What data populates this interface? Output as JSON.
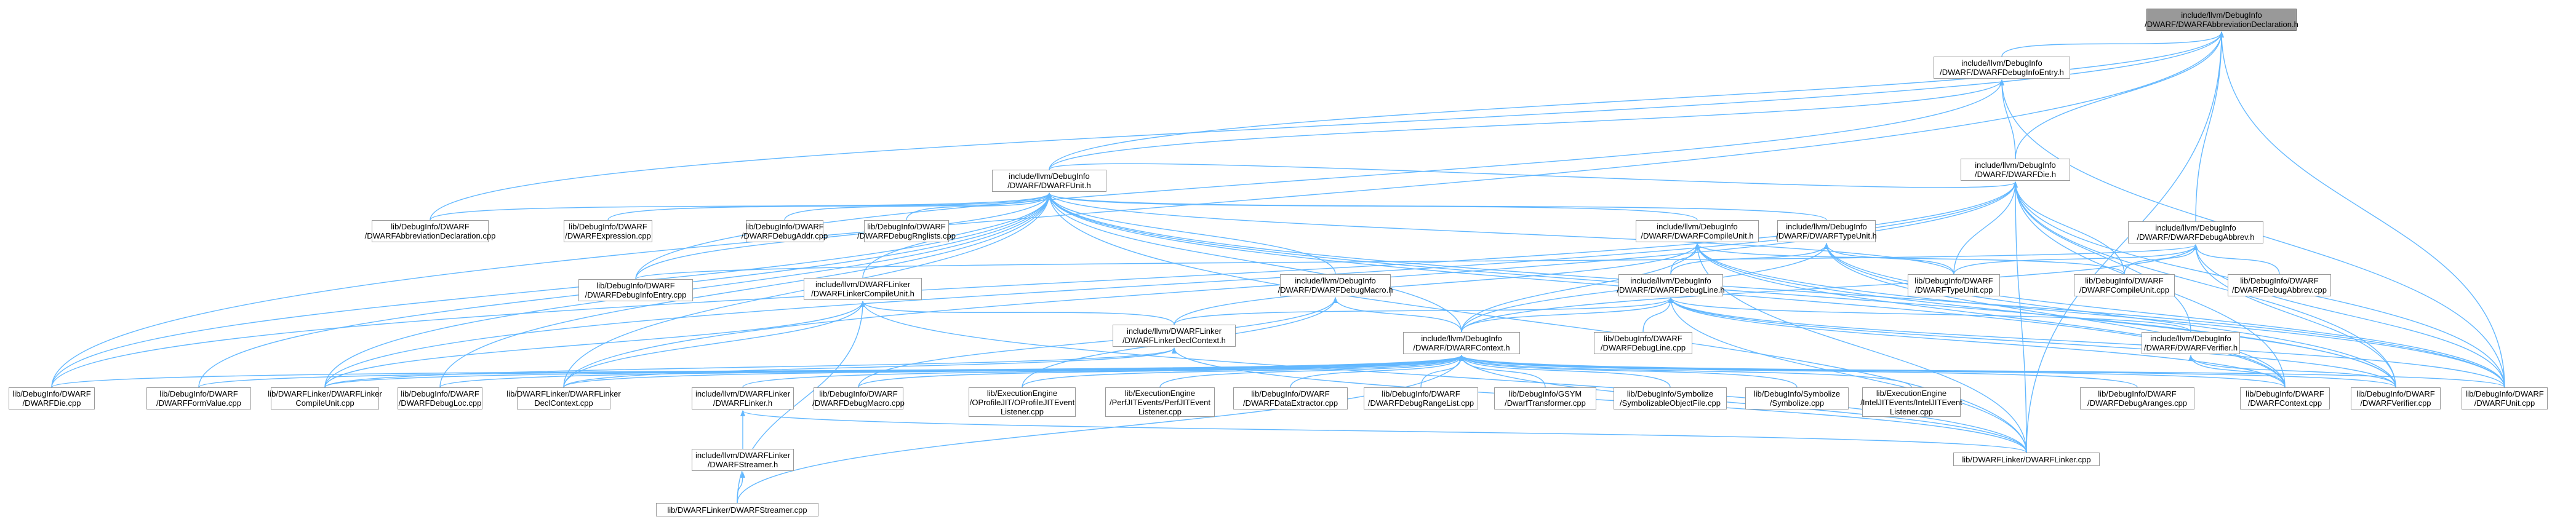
{
  "root": "n0",
  "edge_color": "#63b8ff",
  "nodes": [
    {
      "id": "n0",
      "lines": [
        "include/llvm/DebugInfo",
        "/DWARF/DWARFAbbreviationDeclaration.h"
      ],
      "highlight": true
    },
    {
      "id": "n1",
      "lines": [
        "include/llvm/DebugInfo",
        "/DWARF/DWARFDebugInfoEntry.h"
      ]
    },
    {
      "id": "n2",
      "lines": [
        "include/llvm/DebugInfo",
        "/DWARF/DWARFDie.h"
      ]
    },
    {
      "id": "n3",
      "lines": [
        "include/llvm/DebugInfo",
        "/DWARF/DWARFUnit.h"
      ]
    },
    {
      "id": "n4",
      "lines": [
        "include/llvm/DebugInfo",
        "/DWARF/DWARFDebugAbbrev.h"
      ]
    },
    {
      "id": "n5",
      "lines": [
        "lib/DebugInfo/DWARF",
        "/DWARFAbbreviationDeclaration.cpp"
      ]
    },
    {
      "id": "n6",
      "lines": [
        "lib/DebugInfo/DWARF",
        "/DWARFExpression.cpp"
      ]
    },
    {
      "id": "n7",
      "lines": [
        "lib/DebugInfo/DWARF",
        "/DWARFDebugAddr.cpp"
      ]
    },
    {
      "id": "n8",
      "lines": [
        "lib/DebugInfo/DWARF",
        "/DWARFDebugRnglists.cpp"
      ]
    },
    {
      "id": "n9",
      "lines": [
        "include/llvm/DebugInfo",
        "/DWARF/DWARFCompileUnit.h"
      ]
    },
    {
      "id": "n10",
      "lines": [
        "include/llvm/DebugInfo",
        "/DWARF/DWARFTypeUnit.h"
      ]
    },
    {
      "id": "n11",
      "lines": [
        "lib/DebugInfo/DWARF",
        "/DWARFDebugInfoEntry.cpp"
      ]
    },
    {
      "id": "n12",
      "lines": [
        "include/llvm/DWARFLinker",
        "/DWARFLinkerCompileUnit.h"
      ]
    },
    {
      "id": "n13",
      "lines": [
        "include/llvm/DebugInfo",
        "/DWARF/DWARFDebugMacro.h"
      ]
    },
    {
      "id": "n14",
      "lines": [
        "include/llvm/DebugInfo",
        "/DWARF/DWARFDebugLine.h"
      ]
    },
    {
      "id": "n15",
      "lines": [
        "lib/DebugInfo/DWARF",
        "/DWARFTypeUnit.cpp"
      ]
    },
    {
      "id": "n16",
      "lines": [
        "lib/DebugInfo/DWARF",
        "/DWARFCompileUnit.cpp"
      ]
    },
    {
      "id": "n17",
      "lines": [
        "lib/DebugInfo/DWARF",
        "/DWARFDebugAbbrev.cpp"
      ]
    },
    {
      "id": "n18",
      "lines": [
        "include/llvm/DWARFLinker",
        "/DWARFLinkerDeclContext.h"
      ]
    },
    {
      "id": "n19",
      "lines": [
        "include/llvm/DebugInfo",
        "/DWARF/DWARFContext.h"
      ]
    },
    {
      "id": "n20",
      "lines": [
        "lib/DebugInfo/DWARF",
        "/DWARFDebugLine.cpp"
      ]
    },
    {
      "id": "n21",
      "lines": [
        "include/llvm/DebugInfo",
        "/DWARF/DWARFVerifier.h"
      ]
    },
    {
      "id": "n22",
      "lines": [
        "lib/DebugInfo/DWARF",
        "/DWARFDie.cpp"
      ]
    },
    {
      "id": "n23",
      "lines": [
        "lib/DebugInfo/DWARF",
        "/DWARFFormValue.cpp"
      ]
    },
    {
      "id": "n24",
      "lines": [
        "lib/DWARFLinker/DWARFLinker",
        "CompileUnit.cpp"
      ]
    },
    {
      "id": "n25",
      "lines": [
        "lib/DebugInfo/DWARF",
        "/DWARFDebugLoc.cpp"
      ]
    },
    {
      "id": "n26",
      "lines": [
        "lib/DWARFLinker/DWARFLinker",
        "DeclContext.cpp"
      ]
    },
    {
      "id": "n27",
      "lines": [
        "include/llvm/DWARFLinker",
        "/DWARFLinker.h"
      ]
    },
    {
      "id": "n28",
      "lines": [
        "lib/DebugInfo/DWARF",
        "/DWARFDebugMacro.cpp"
      ]
    },
    {
      "id": "n29",
      "lines": [
        "lib/ExecutionEngine",
        "/OProfileJIT/OProfileJITEvent",
        "Listener.cpp"
      ]
    },
    {
      "id": "n30",
      "lines": [
        "lib/ExecutionEngine",
        "/PerfJITEvents/PerfJITEvent",
        "Listener.cpp"
      ]
    },
    {
      "id": "n31",
      "lines": [
        "lib/DebugInfo/DWARF",
        "/DWARFDataExtractor.cpp"
      ]
    },
    {
      "id": "n32",
      "lines": [
        "lib/DebugInfo/DWARF",
        "/DWARFDebugRangeList.cpp"
      ]
    },
    {
      "id": "n33",
      "lines": [
        "lib/DebugInfo/GSYM",
        "/DwarfTransformer.cpp"
      ]
    },
    {
      "id": "n34",
      "lines": [
        "lib/DebugInfo/Symbolize",
        "/SymbolizableObjectFile.cpp"
      ]
    },
    {
      "id": "n35",
      "lines": [
        "lib/DebugInfo/Symbolize",
        "/Symbolize.cpp"
      ]
    },
    {
      "id": "n36",
      "lines": [
        "lib/ExecutionEngine",
        "/IntelJITEvents/IntelJITEvent",
        "Listener.cpp"
      ]
    },
    {
      "id": "n37",
      "lines": [
        "lib/DebugInfo/DWARF",
        "/DWARFDebugAranges.cpp"
      ]
    },
    {
      "id": "n38",
      "lines": [
        "lib/DebugInfo/DWARF",
        "/DWARFContext.cpp"
      ]
    },
    {
      "id": "n39",
      "lines": [
        "lib/DebugInfo/DWARF",
        "/DWARFVerifier.cpp"
      ]
    },
    {
      "id": "n40",
      "lines": [
        "lib/DebugInfo/DWARF",
        "/DWARFUnit.cpp"
      ]
    },
    {
      "id": "n41",
      "lines": [
        "include/llvm/DWARFLinker",
        "/DWARFStreamer.h"
      ]
    },
    {
      "id": "n42",
      "lines": [
        "lib/DWARFLinker/DWARFLinker.cpp"
      ]
    },
    {
      "id": "n43",
      "lines": [
        "lib/DWARFLinker/DWARFStreamer.cpp"
      ]
    }
  ],
  "edges": [
    [
      "n0",
      "n1"
    ],
    [
      "n0",
      "n2"
    ],
    [
      "n0",
      "n3"
    ],
    [
      "n0",
      "n4"
    ],
    [
      "n0",
      "n22"
    ],
    [
      "n0",
      "n40"
    ],
    [
      "n0",
      "n42"
    ],
    [
      "n0",
      "n5"
    ],
    [
      "n1",
      "n2"
    ],
    [
      "n1",
      "n3"
    ],
    [
      "n1",
      "n11"
    ],
    [
      "n1",
      "n40"
    ],
    [
      "n2",
      "n3"
    ],
    [
      "n2",
      "n15"
    ],
    [
      "n2",
      "n16"
    ],
    [
      "n2",
      "n22"
    ],
    [
      "n2",
      "n39"
    ],
    [
      "n2",
      "n40"
    ],
    [
      "n2",
      "n38"
    ],
    [
      "n2",
      "n21"
    ],
    [
      "n2",
      "n26"
    ],
    [
      "n2",
      "n24"
    ],
    [
      "n2",
      "n42"
    ],
    [
      "n3",
      "n5"
    ],
    [
      "n3",
      "n6"
    ],
    [
      "n3",
      "n7"
    ],
    [
      "n3",
      "n8"
    ],
    [
      "n3",
      "n9"
    ],
    [
      "n3",
      "n10"
    ],
    [
      "n3",
      "n11"
    ],
    [
      "n3",
      "n12"
    ],
    [
      "n3",
      "n13"
    ],
    [
      "n3",
      "n19"
    ],
    [
      "n3",
      "n22"
    ],
    [
      "n3",
      "n23"
    ],
    [
      "n3",
      "n25"
    ],
    [
      "n3",
      "n24"
    ],
    [
      "n3",
      "n26"
    ],
    [
      "n3",
      "n38"
    ],
    [
      "n3",
      "n39"
    ],
    [
      "n3",
      "n40"
    ],
    [
      "n3",
      "n15"
    ],
    [
      "n3",
      "n42"
    ],
    [
      "n4",
      "n15"
    ],
    [
      "n4",
      "n16"
    ],
    [
      "n4",
      "n17"
    ],
    [
      "n4",
      "n19"
    ],
    [
      "n4",
      "n11"
    ],
    [
      "n4",
      "n40"
    ],
    [
      "n4",
      "n39"
    ],
    [
      "n9",
      "n19"
    ],
    [
      "n9",
      "n16"
    ],
    [
      "n9",
      "n14"
    ],
    [
      "n9",
      "n18"
    ],
    [
      "n9",
      "n38"
    ],
    [
      "n9",
      "n39"
    ],
    [
      "n9",
      "n40"
    ],
    [
      "n9",
      "n42"
    ],
    [
      "n10",
      "n19"
    ],
    [
      "n10",
      "n15"
    ],
    [
      "n10",
      "n14"
    ],
    [
      "n10",
      "n38"
    ],
    [
      "n10",
      "n39"
    ],
    [
      "n10",
      "n40"
    ],
    [
      "n12",
      "n18"
    ],
    [
      "n12",
      "n24"
    ],
    [
      "n12",
      "n26"
    ],
    [
      "n12",
      "n42"
    ],
    [
      "n12",
      "n43"
    ],
    [
      "n13",
      "n19"
    ],
    [
      "n13",
      "n28"
    ],
    [
      "n13",
      "n29"
    ],
    [
      "n14",
      "n19"
    ],
    [
      "n14",
      "n20"
    ],
    [
      "n14",
      "n21"
    ],
    [
      "n14",
      "n38"
    ],
    [
      "n14",
      "n39"
    ],
    [
      "n14",
      "n40"
    ],
    [
      "n14",
      "n42"
    ],
    [
      "n14",
      "n18"
    ],
    [
      "n18",
      "n24"
    ],
    [
      "n18",
      "n26"
    ],
    [
      "n18",
      "n42"
    ],
    [
      "n19",
      "n22"
    ],
    [
      "n19",
      "n23"
    ],
    [
      "n19",
      "n24"
    ],
    [
      "n19",
      "n25"
    ],
    [
      "n19",
      "n26"
    ],
    [
      "n19",
      "n27"
    ],
    [
      "n19",
      "n28"
    ],
    [
      "n19",
      "n29"
    ],
    [
      "n19",
      "n30"
    ],
    [
      "n19",
      "n31"
    ],
    [
      "n19",
      "n32"
    ],
    [
      "n19",
      "n33"
    ],
    [
      "n19",
      "n34"
    ],
    [
      "n19",
      "n35"
    ],
    [
      "n19",
      "n36"
    ],
    [
      "n19",
      "n37"
    ],
    [
      "n19",
      "n38"
    ],
    [
      "n19",
      "n39"
    ],
    [
      "n19",
      "n40"
    ],
    [
      "n19",
      "n42"
    ],
    [
      "n19",
      "n43"
    ],
    [
      "n21",
      "n38"
    ],
    [
      "n21",
      "n39"
    ],
    [
      "n27",
      "n41"
    ],
    [
      "n27",
      "n42"
    ],
    [
      "n41",
      "n43"
    ]
  ]
}
